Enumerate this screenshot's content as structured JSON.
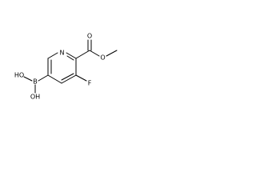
{
  "molecule": {
    "labels": {
      "nitrogen": "N",
      "fluorine": "F",
      "boron": "B",
      "ester_carbonyl_oxygen": "O",
      "ester_ether_oxygen": "O",
      "hydroxyl_1": "HO",
      "hydroxyl_2": "OH"
    }
  },
  "colors": {
    "ink": "#000000",
    "background": "#ffffff"
  }
}
